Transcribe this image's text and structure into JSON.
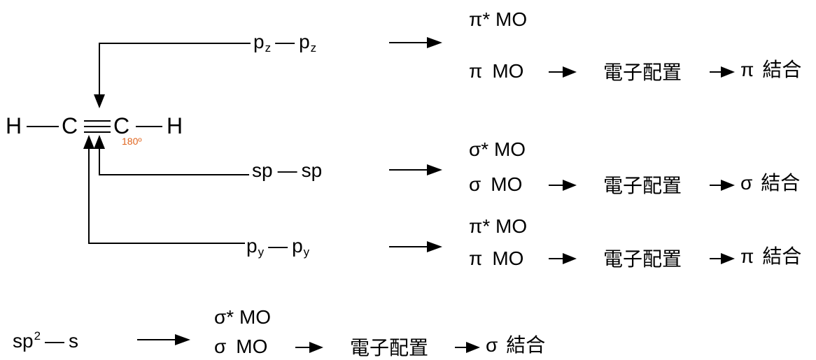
{
  "molecule": {
    "formula": [
      "H",
      "C",
      "C",
      "H"
    ],
    "angle_label": "180º",
    "bond_colors": {
      "angle": "#e0651f",
      "ink": "#000000"
    }
  },
  "rows": [
    {
      "pair": {
        "left": "p",
        "left_sub": "z",
        "right": "p",
        "right_sub": "z",
        "dash": "—"
      },
      "mo_upper": {
        "sym": "π*",
        "label": "MO"
      },
      "mo_lower": {
        "sym": "π",
        "label": "MO"
      },
      "config": "電子配置",
      "bond": {
        "sym": "π",
        "label": "結合"
      }
    },
    {
      "pair": {
        "left": "sp",
        "left_sub": "",
        "right": "sp",
        "right_sub": "",
        "dash": "—"
      },
      "mo_upper": {
        "sym": "σ*",
        "label": "MO"
      },
      "mo_lower": {
        "sym": "σ",
        "label": "MO"
      },
      "config": "電子配置",
      "bond": {
        "sym": "σ",
        "label": "結合"
      }
    },
    {
      "pair": {
        "left": "p",
        "left_sub": "y",
        "right": "p",
        "right_sub": "y",
        "dash": "—"
      },
      "mo_upper": {
        "sym": "π*",
        "label": "MO"
      },
      "mo_lower": {
        "sym": "π",
        "label": "MO"
      },
      "config": "電子配置",
      "bond": {
        "sym": "π",
        "label": "結合"
      }
    },
    {
      "pair": {
        "left": "sp",
        "left_sup": "2",
        "right": "s",
        "dash": "—"
      },
      "mo_upper": {
        "sym": "σ*",
        "label": "MO"
      },
      "mo_lower": {
        "sym": "σ",
        "label": "MO"
      },
      "config": "電子配置",
      "bond": {
        "sym": "σ",
        "label": "結合"
      }
    }
  ]
}
